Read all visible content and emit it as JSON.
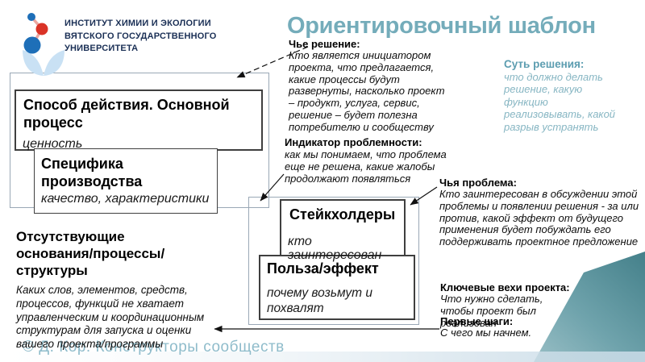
{
  "slide": {
    "title": "Ориентировочный шаблон",
    "logo": {
      "org_lines": [
        "ИНСТИТУТ ХИМИИ И ЭКОЛОГИИ",
        "ВЯТСКОГО ГОСУДАРСТВЕННОГО",
        "УНИВЕРСИТЕТА"
      ],
      "icon": "molecule-and-leaf-logo"
    },
    "boxes": {
      "method": {
        "title": "Способ действия. Основной процесс",
        "note": "ценность"
      },
      "production": {
        "title": "Специфика производства",
        "note": "качество, характеристики"
      },
      "stakeholders": {
        "title": "Стейкхолдеры",
        "note": "кто заинтересован"
      },
      "benefit": {
        "title": "Польза/эффект",
        "note": "почему возьмут и похвалят"
      }
    },
    "callouts": {
      "whose_solution": {
        "label": "Чье решение:",
        "body": "Кто является инициатором проекта, что предлагается, какие процессы будут развернуты, насколько проект – продукт, услуга, сервис, решение – будет полезна потребителю и сообществу"
      },
      "problem_indicator": {
        "label": "Индикатор проблемности:",
        "body": "как мы понимаем, что проблема еще не решена, какие жалобы продолжают появляться"
      },
      "solution_essence": {
        "label": "Суть решения:",
        "body": "что должно делать решение, какую функцию реализовывать, какой разрыв устранять"
      },
      "whose_problem": {
        "label": "Чья проблема:",
        "body": "Кто заинтересован в обсуждении этой проблемы и появлении решения - за или против, какой эффект от будущего применения будет побуждать его поддерживать проектное предложение"
      },
      "missing_structures": {
        "label": "Отсутствующие основания/процессы/структуры",
        "body": "Каких слов, элементов, средств, процессов, функций не хватает управленческим и координационным структурам для запуска и оценки вашего проекта/программы"
      },
      "key_milestones": {
        "label": "Ключевые вехи проекта:",
        "body": "Что нужно сделать, чтобы проект был реализован"
      },
      "first_steps": {
        "label": "Первые шаги:",
        "body": "С чего мы начнем."
      }
    },
    "footer_text": "© Д. Кор. Конструкторы сообществ",
    "colors": {
      "title_teal": "#74acba",
      "solution_label_teal": "#5c9db0",
      "solution_body_teal": "#87b6c3",
      "footer_teal": "#8fbccb",
      "wedge_teal_dark": "#47828c",
      "wedge_teal_light": "#95bcc3",
      "bottom_strip": "#cfe0ea",
      "logo_blue": "#1e6fb8",
      "logo_red": "#da3327",
      "leaf_light_blue": "#c9e1f4",
      "org_navy": "#1a2f55",
      "box_border_dark": "#3f3f3f",
      "box_border_light": "#9aa8b6"
    }
  }
}
